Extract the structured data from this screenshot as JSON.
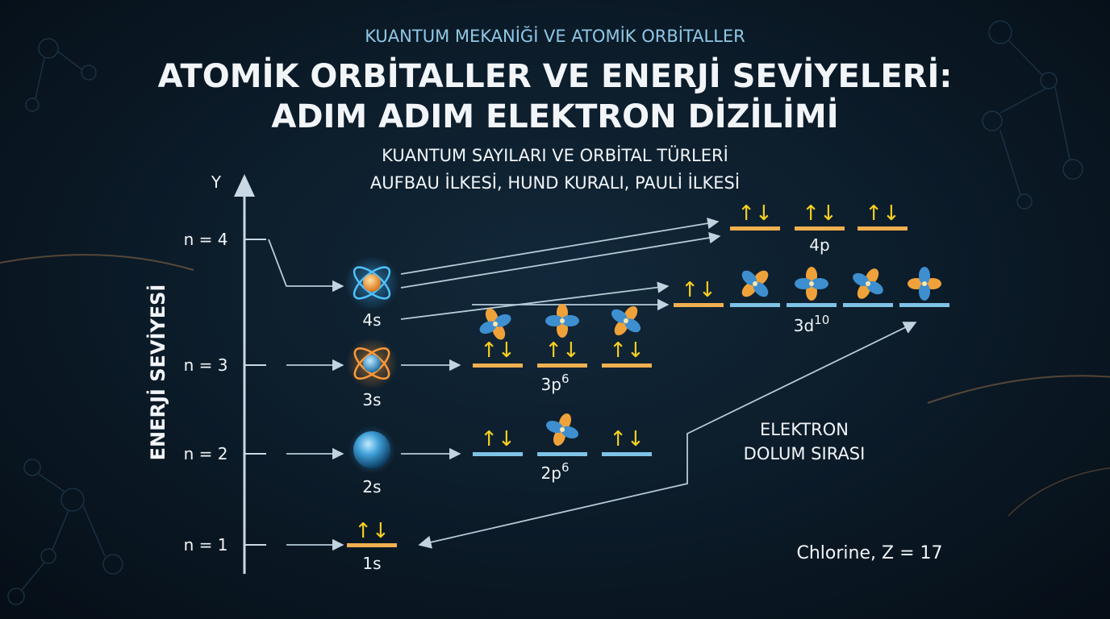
{
  "header": {
    "subtitle": "KUANTUM MEKANİĞİ VE ATOMİK ORBİTALLER",
    "title_line1": "ATOMİK ORBİTALLER VE ENERJİ SEVİYELERİ:",
    "title_line2": "ADIM ADIM ELEKTRON DİZİLİMİ",
    "topic_line1": "KUANTUM SAYILARI VE ORBİTAL TÜRLERİ",
    "topic_line2": "AUFBAU İLKESİ, HUND KURALI, PAULİ İLKESİ"
  },
  "axis": {
    "y_label": "Y",
    "energy_label": "ENERJİ SEVİYESİ",
    "levels": [
      "n = 4",
      "n = 3",
      "n = 2",
      "n = 1"
    ]
  },
  "orbitals": {
    "s1": "1s",
    "s2": "2s",
    "s3": "3s",
    "s4": "4s",
    "p2_base": "2p",
    "p2_sup": "6",
    "p3_base": "3p",
    "p3_sup": "6",
    "d3_base": "3d",
    "d3_sup": "10",
    "p4": "4p"
  },
  "spin_pair": "↑↓",
  "annotations": {
    "fill_order_line1": "ELEKTRON",
    "fill_order_line2": "DOLUM SIRASI",
    "element": "Chlorine, Z = 17"
  },
  "colors": {
    "accent_blue": "#7ec3e6",
    "accent_orange": "#f0b050",
    "arrow": "#b6cbd8",
    "spin_arrow": "#f5d020"
  }
}
